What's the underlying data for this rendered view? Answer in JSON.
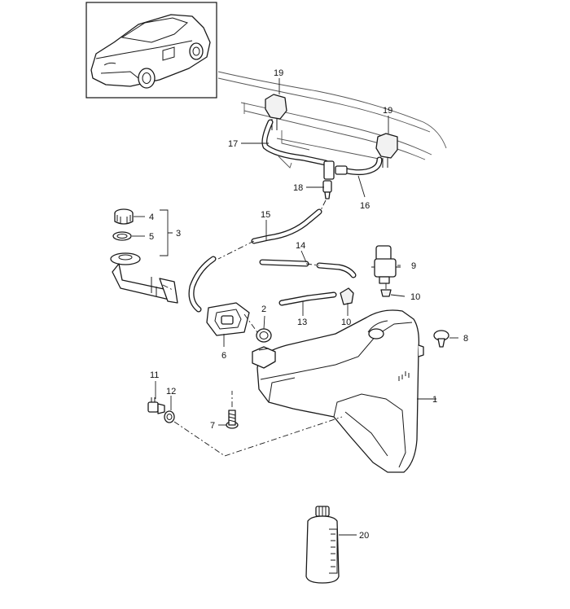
{
  "callouts": {
    "c1": "1",
    "c2": "2",
    "c3": "3",
    "c4": "4",
    "c5": "5",
    "c6": "6",
    "c7": "7",
    "c8": "8",
    "c9": "9",
    "c10a": "10",
    "c10b": "10",
    "c11": "11",
    "c12": "12",
    "c13": "13",
    "c14": "14",
    "c15": "15",
    "c16": "16",
    "c17": "17",
    "c18": "18",
    "c19a": "19",
    "c19b": "19",
    "c20": "20"
  }
}
